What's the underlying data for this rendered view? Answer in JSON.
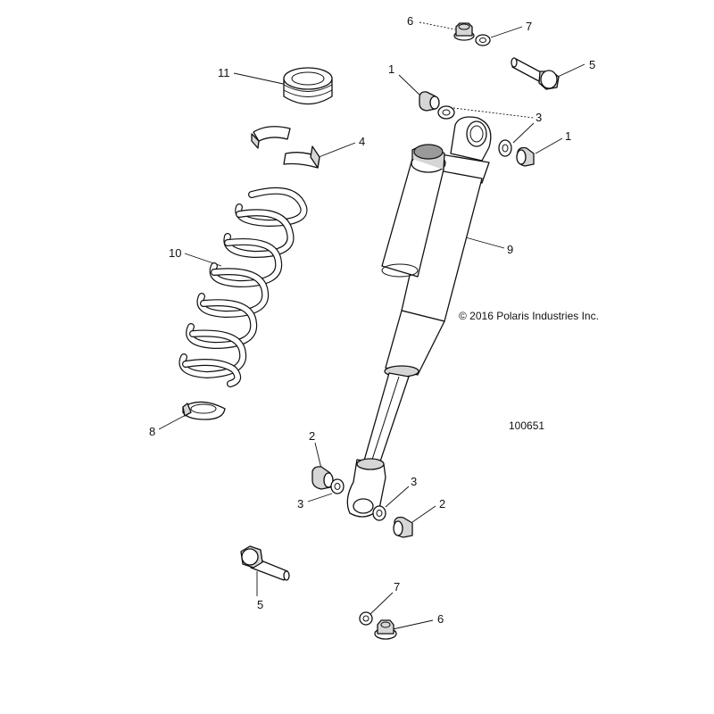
{
  "copyright": "© 2016 Polaris Industries Inc.",
  "diagram_id": "100651",
  "callouts": [
    {
      "id": "c6a",
      "text": "6"
    },
    {
      "id": "c7a",
      "text": "7"
    },
    {
      "id": "c5a",
      "text": "5"
    },
    {
      "id": "c11",
      "text": "11"
    },
    {
      "id": "c1a",
      "text": "1"
    },
    {
      "id": "c3a",
      "text": "3"
    },
    {
      "id": "c1b",
      "text": "1"
    },
    {
      "id": "c4",
      "text": "4"
    },
    {
      "id": "c9",
      "text": "9"
    },
    {
      "id": "c10",
      "text": "10"
    },
    {
      "id": "c8",
      "text": "8"
    },
    {
      "id": "c2a",
      "text": "2"
    },
    {
      "id": "c3b",
      "text": "3"
    },
    {
      "id": "c3c",
      "text": "3"
    },
    {
      "id": "c2b",
      "text": "2"
    },
    {
      "id": "c5b",
      "text": "5"
    },
    {
      "id": "c7b",
      "text": "7"
    },
    {
      "id": "c6b",
      "text": "6"
    }
  ]
}
